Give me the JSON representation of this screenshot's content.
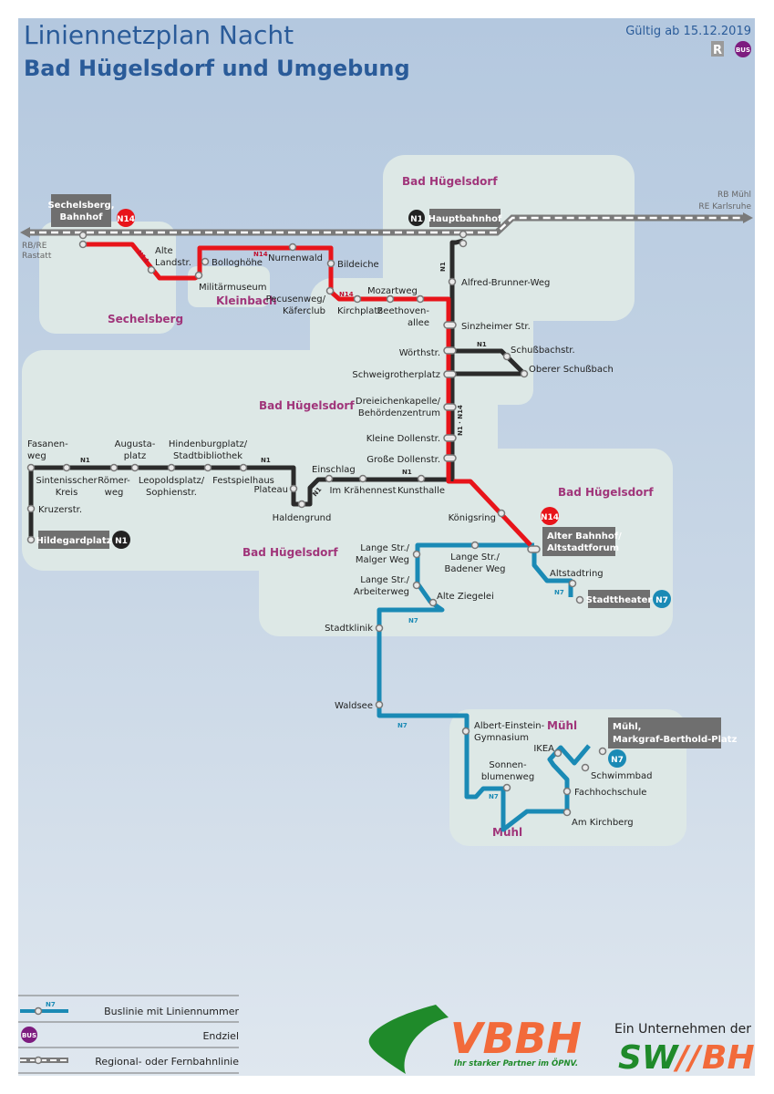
{
  "header": {
    "title": "Liniennetzplan Nacht",
    "subtitle": "Bad Hügelsdorf und Umgebung",
    "valid_from": "Gültig ab 15.12.2019",
    "badge_r": "R",
    "badge_bus": "BUS"
  },
  "colors": {
    "background": "#b8cbdf",
    "area": "#dde8e6",
    "title": "#2a5b99",
    "district": "#a0357a",
    "n1": "#2b2b2b",
    "n14": "#e8141a",
    "n7": "#1a8ab5",
    "rail": "#7a7a7a",
    "terminal_box": "#777777",
    "bus_purple": "#7d1c7f"
  },
  "districts": [
    {
      "id": "bh-top",
      "label": "Bad Hügelsdorf"
    },
    {
      "id": "sechelsberg",
      "label": "Sechelsberg"
    },
    {
      "id": "kleinbach",
      "label": "Kleinbach"
    },
    {
      "id": "bh-mid",
      "label": "Bad Hügelsdorf"
    },
    {
      "id": "bh-right",
      "label": "Bad Hügelsdorf"
    },
    {
      "id": "bh-low",
      "label": "Bad Hügelsdorf"
    },
    {
      "id": "muehl-top",
      "label": "Mühl"
    },
    {
      "id": "muehl-bottom",
      "label": "Mühl"
    }
  ],
  "rail": {
    "left_dest": [
      "RB/RE",
      "Rastatt"
    ],
    "right_dest": [
      "RB Mühl",
      "RE Karlsruhe"
    ]
  },
  "lines": {
    "n1": {
      "label": "N1"
    },
    "n14": {
      "label": "N14"
    },
    "n7": {
      "label": "N7"
    },
    "n1_n14": {
      "label": "N1 · N14"
    }
  },
  "terminals": {
    "sechelsberg": {
      "lines": [
        "Sechelsberg,",
        "Bahnhof"
      ],
      "badge": "N14"
    },
    "hauptbahnhof": {
      "lines": [
        "Hauptbahnhof"
      ],
      "badge": "N1"
    },
    "hildegardplatz": {
      "lines": [
        "Hildegardplatz"
      ],
      "badge": "N1"
    },
    "alter_bahnhof": {
      "lines": [
        "Alter Bahnhof/",
        "Altstadtforum"
      ],
      "badge": "N14"
    },
    "stadttheater": {
      "lines": [
        "Stadttheater"
      ],
      "badge": "N7"
    },
    "muehl": {
      "lines": [
        "Mühl,",
        "Markgraf-Berthold-Platz"
      ],
      "badge": "N7"
    }
  },
  "stops": {
    "alte_landstr": [
      "Alte",
      "Landstr."
    ],
    "bolloghoehe": [
      "Bolloghöhe"
    ],
    "militaermuseum": [
      "Militärmuseum"
    ],
    "nurnenwald": [
      "Nurnenwald"
    ],
    "bildeiche": [
      "Bildeiche"
    ],
    "pecusenweg": [
      "Pecusenweg/",
      "Käferclub"
    ],
    "kirchplatz": [
      "Kirchplatz"
    ],
    "mozartweg": [
      "Mozartweg"
    ],
    "beethovenallee": [
      "Beethoven-",
      "allee"
    ],
    "alfred_brunner": [
      "Alfred-Brunner-Weg"
    ],
    "sinzheimer": [
      "Sinzheimer Str."
    ],
    "woerthstr": [
      "Wörthstr."
    ],
    "schussbachstr": [
      "Schußbachstr."
    ],
    "oberer_schussbach": [
      "Oberer Schußbach"
    ],
    "schweigrotherplatz": [
      "Schweigrotherplatz"
    ],
    "dreieichenkapelle": [
      "Dreieichenkapelle/",
      "Behördenzentrum"
    ],
    "kleine_dollenstr": [
      "Kleine Dollenstr."
    ],
    "grosse_dollenstr": [
      "Große Dollenstr."
    ],
    "fasanenweg": [
      "Fasanen-",
      "weg"
    ],
    "sintenisscher": [
      "Sintenisscher",
      "Kreis"
    ],
    "roemerweg": [
      "Römer-",
      "weg"
    ],
    "augustaplatz": [
      "Augusta-",
      "platz"
    ],
    "leopoldsplatz": [
      "Leopoldsplatz/",
      "Sophienstr."
    ],
    "hindenburgplatz": [
      "Hindenburgplatz/",
      "Stadtbibliothek"
    ],
    "festspielhaus": [
      "Festspielhaus"
    ],
    "plateau": [
      "Plateau"
    ],
    "haldengrund": [
      "Haldengrund"
    ],
    "einschlag": [
      "Einschlag"
    ],
    "im_kraehennest": [
      "Im Krähennest"
    ],
    "kunsthalle": [
      "Kunsthalle"
    ],
    "kruzerstr": [
      "Kruzerstr."
    ],
    "koenigsring": [
      "Königsring"
    ],
    "lange_malger": [
      "Lange Str./",
      "Malger Weg"
    ],
    "lange_badener": [
      "Lange Str./",
      "Badener Weg"
    ],
    "lange_arbeiter": [
      "Lange Str./",
      "Arbeiterweg"
    ],
    "alte_ziegelei": [
      "Alte Ziegelei"
    ],
    "altstadtring": [
      "Altstadtring"
    ],
    "stadtklinik": [
      "Stadtklinik"
    ],
    "waldsee": [
      "Waldsee"
    ],
    "albert_einstein": [
      "Albert-Einstein-",
      "Gymnasium"
    ],
    "sonnenblumenweg": [
      "Sonnen-",
      "blumenweg"
    ],
    "ikea": [
      "IKEA"
    ],
    "schwimmbad": [
      "Schwimmbad"
    ],
    "fachhochschule": [
      "Fachhochschule"
    ],
    "am_kirchberg": [
      "Am Kirchberg"
    ]
  },
  "legend": {
    "items": [
      {
        "label": "Buslinie mit Liniennummer",
        "sample": "N7"
      },
      {
        "label": "Endziel",
        "sample": "BUS"
      },
      {
        "label": "Regional- oder Fernbahnlinie",
        "sample": ""
      }
    ]
  },
  "footer": {
    "logo_text": "VBBH",
    "logo_slogan": "Ihr starker Partner im ÖPNV.",
    "company_intro": "Ein Unternehmen der",
    "company_logo_left": "SW",
    "company_logo_mid": "//",
    "company_logo_right": "BH"
  }
}
